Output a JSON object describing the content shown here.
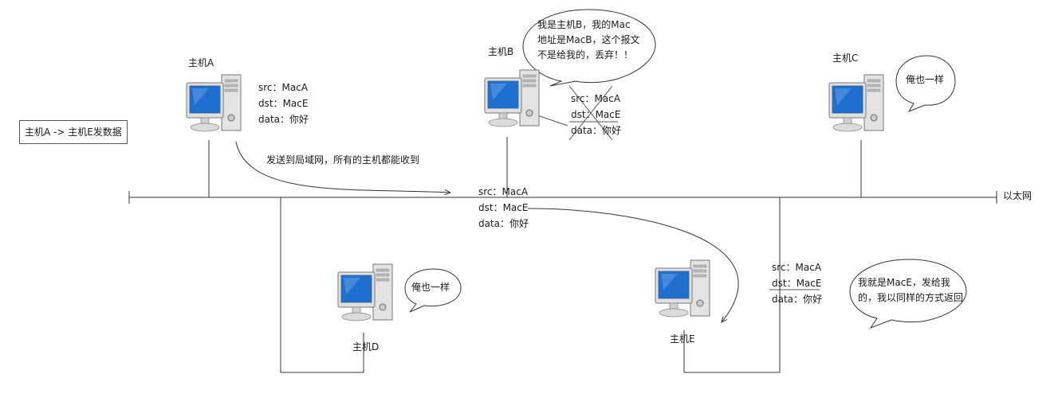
{
  "sender_note": "主机A -> 主机E发数据",
  "network_label": "以太网",
  "broadcast_note": "发送到局域网，所有的主机都能收到",
  "hosts": {
    "a": {
      "name": "主机A"
    },
    "b": {
      "name": "主机B",
      "bubble_lines": [
        "我是主机B，我的Mac",
        "地址是MacB，这个报文",
        "不是给我的，丢弃！！"
      ]
    },
    "c": {
      "name": "主机C",
      "bubble": "俺也一样"
    },
    "d": {
      "name": "主机D",
      "bubble": "俺也一样"
    },
    "e": {
      "name": "主机E",
      "bubble_lines": [
        "我就是MacE，发给我",
        "的，我以同样的方式返回"
      ]
    }
  },
  "packet": {
    "src": "src：MacA",
    "dst": "dst：MacE",
    "data": "data：你好"
  },
  "colors": {
    "line": "#333333",
    "screen": "#1e6fd0",
    "case": "#d8d8d8"
  }
}
